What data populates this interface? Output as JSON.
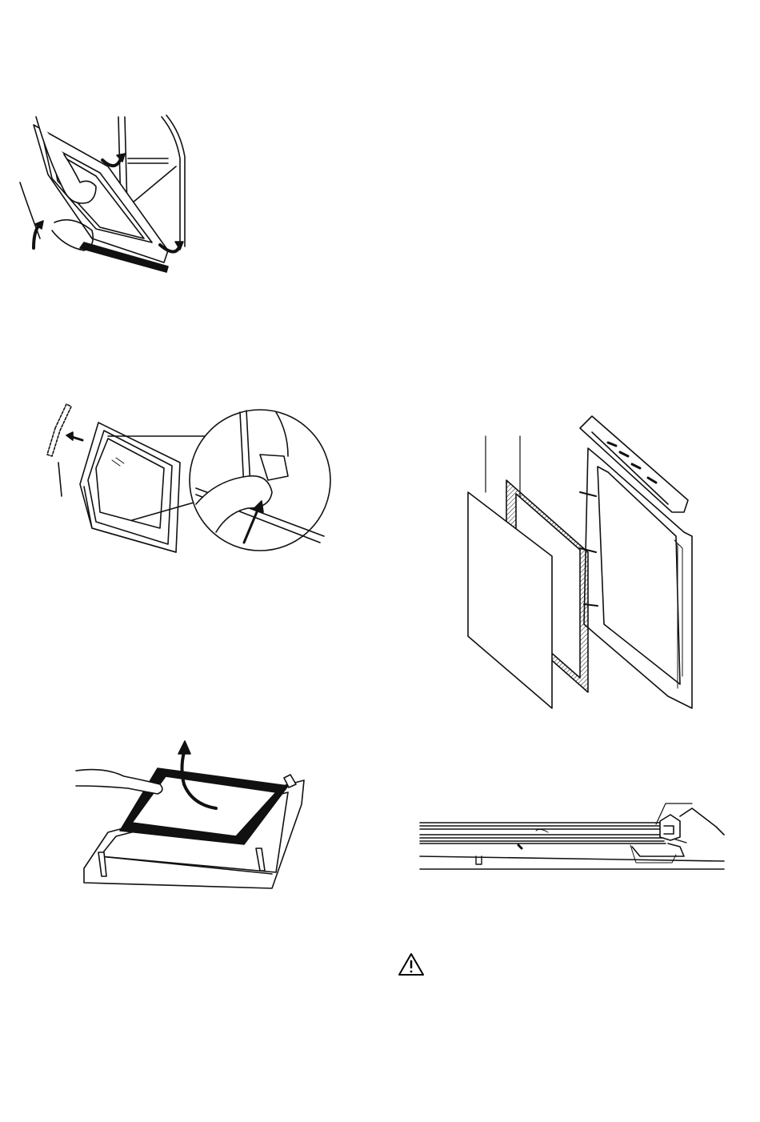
{
  "figures": [
    {
      "icon": "oven-door-hinge-illustration"
    },
    {
      "icon": "door-catch-release-illustration"
    },
    {
      "icon": "door-glass-panels-exploded-illustration"
    },
    {
      "icon": "lift-glass-panel-illustration"
    },
    {
      "icon": "glass-panel-cross-section-illustration"
    }
  ],
  "warning": {
    "icon": "warning-triangle-icon",
    "color": "#000000"
  }
}
